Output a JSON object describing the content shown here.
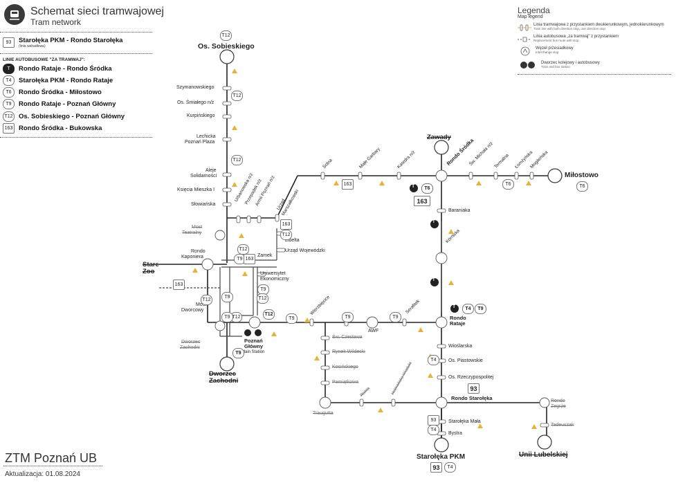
{
  "header": {
    "title": "Schemat sieci tramwajowej",
    "subtitle": "Tram network"
  },
  "routes_tram": [
    {
      "num": "93",
      "name": "Starołęka PKM - Rondo Starołęka",
      "note": "(linia wahadłowa)"
    }
  ],
  "bus_header": "LINIE AUTOBUSOWE \"ZA TRAMWAJ\":",
  "routes_bus": [
    {
      "num": "T",
      "name": "Rondo Rataje - Rondo Śródka",
      "dark": true
    },
    {
      "num": "T4",
      "name": "Starołęka PKM - Rondo Rataje"
    },
    {
      "num": "T6",
      "name": "Rondo Śródka - Miłostowo"
    },
    {
      "num": "T9",
      "name": "Rondo Rataje - Poznań Główny"
    },
    {
      "num": "T12",
      "name": "Os. Sobieskiego - Poznań Główny"
    },
    {
      "num": "163",
      "name": "Rondo Śródka - Bukowska",
      "square": true
    }
  ],
  "legend": {
    "title": "Legenda",
    "subtitle": "Map legend",
    "items": [
      {
        "text": "Linia tramwajowa z przystankiem dwukierunkowym, jednokierunkowym",
        "sub": "Tram line with both direction stop, one direction stop"
      },
      {
        "text": "Linia autobusowa „za tramwaj\" z przystankiem",
        "sub": "Replacement bus route with stop"
      },
      {
        "text": "Węzeł przesiadkowy",
        "sub": "Interchange stop"
      },
      {
        "text": "Dworzec kolejowy i autobusowy",
        "sub": "Train and bus station"
      }
    ]
  },
  "footer": {
    "title": "ZTM Poznań UB",
    "update": "Aktualizacja: 01.08.2024"
  },
  "map": {
    "terminals": {
      "sobieskiego": "Os. Sobieskiego",
      "zawady": "Zawady",
      "milostowo": "Miłostowo",
      "zachodni": "Dworzec Zachodni",
      "starolekapkm": "Starołęka PKM",
      "unii": "Unii Lubelskiej",
      "starezoo": "Stare Zoo"
    },
    "stops_left": [
      "Szymanowskiego",
      "Os. Śmiałego n/ż",
      "Kurpińskiego",
      "Lechicka",
      "Poznań Plaza",
      "Aleje",
      "Solidarności",
      "Księcia Mieszka I",
      "Słowiańska",
      "Most",
      "Teatralny",
      "Rondo",
      "Kaponiera",
      "Most",
      "Dworcowy",
      "Dworzec",
      "Zachodni"
    ],
    "stops_top": [
      "Urbanowska n/ż",
      "Przepadek n/ż",
      "Armii Poznań n/ż",
      "Urząd",
      "Marszałkowski",
      "Solna",
      "Małe Garbary",
      "Katedra n/ż",
      "Rondo Śródka",
      "Św. Michała n/ż",
      "Termalna",
      "Łomżyńska",
      "Mogileńska"
    ],
    "stops_mid": [
      "Libelta",
      "Urząd Wojewódzki",
      "Zamek",
      "Uniwersytet",
      "Ekonomiczny",
      "Poznań",
      "Główny",
      "Main Station"
    ],
    "stops_right": [
      "Baraniaka",
      "Kórnicka",
      "Serafitek",
      "AWF",
      "Wierzbięcice",
      "Rondo",
      "Rataje",
      "Wioślarska",
      "Os. Piastowskie",
      "Os. Rzeczypospolitej",
      "Rondo Starołęka",
      "Starołęka Mała",
      "Bystra"
    ],
    "stops_bottom": [
      "Św. Czesława",
      "Rynek Wildecki",
      "Kosińskiego",
      "Pamiątkowa",
      "Traugutta",
      "Hetmańska Wiadukt",
      "Rolna",
      "Rondo Zegrze",
      "Tadeuszak"
    ],
    "line_labels": {
      "t12": "T12",
      "t9": "T9",
      "t6": "T6",
      "t4": "T4",
      "n163": "163",
      "n93": "93",
      "t": "T"
    }
  },
  "colors": {
    "line": "#222222",
    "bus": "#6b6b6b",
    "warn": "#e8b23a",
    "station": "#bdbdbd"
  }
}
